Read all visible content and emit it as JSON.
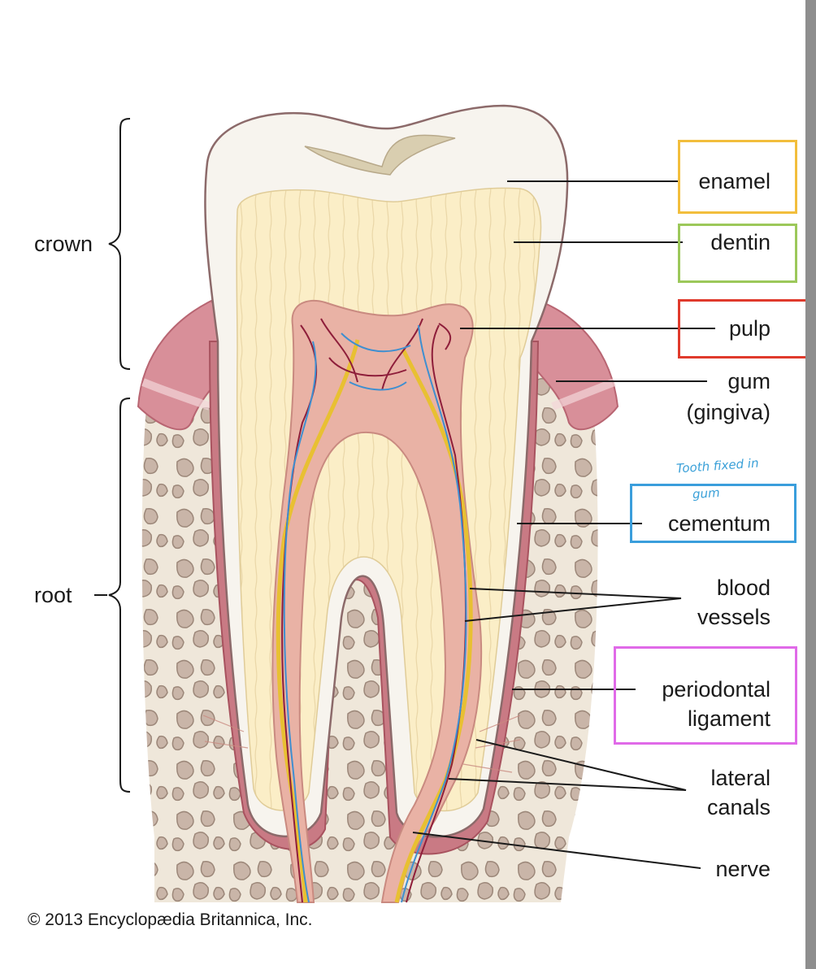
{
  "brackets": {
    "crown": "crown",
    "root": "root"
  },
  "labels": {
    "enamel": "enamel",
    "dentin": "dentin",
    "pulp": "pulp",
    "gum": "gum",
    "gingiva": "(gingiva)",
    "cementum": "cementum",
    "blood_vessels_1": "blood",
    "blood_vessels_2": "vessels",
    "periodontal_1": "periodontal",
    "periodontal_2": "ligament",
    "lateral_1": "lateral",
    "lateral_2": "canals",
    "nerve": "nerve"
  },
  "annotation": {
    "line1": "Tooth fixed in",
    "line2": "gum",
    "color": "#3aa0d8"
  },
  "highlight_colors": {
    "enamel": "#f2be3c",
    "dentin": "#9cc85a",
    "pulp": "#e03a2c",
    "cementum": "#3a9edc",
    "periodontal": "#e06ae8"
  },
  "credit": "© 2013 Encyclopædia Britannica, Inc."
}
